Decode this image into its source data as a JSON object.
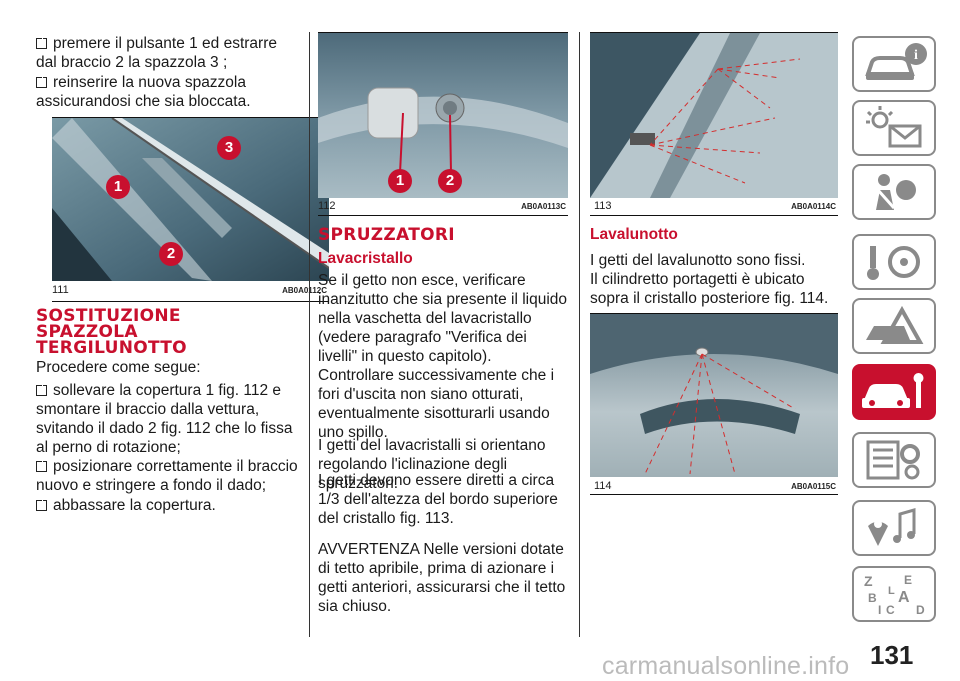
{
  "col1": {
    "bullets_top": [
      "premere il pulsante 1 ed estrarre dal braccio 2 la spazzola 3 ;",
      "reinserire la nuova spazzola assicurandosi che sia bloccata."
    ],
    "fig111": {
      "number": "111",
      "code": "AB0A0112C",
      "callouts": [
        "1",
        "2",
        "3"
      ]
    },
    "heading": "SOSTITUZIONE SPAZZOLA TERGILUNOTTO",
    "intro": "Procedere come segue:",
    "bullets": [
      "sollevare la copertura 1 fig. 112 e smontare il braccio dalla vettura, svitando il dado 2 fig. 112 che lo fissa al perno di rotazione;",
      "posizionare correttamente il braccio nuovo e stringere a fondo il dado;",
      "abbassare la copertura."
    ]
  },
  "col2": {
    "fig112": {
      "number": "112",
      "code": "AB0A0113C",
      "callouts": [
        "1",
        "2"
      ]
    },
    "heading": "SPRUZZATORI",
    "subheading": "Lavacristallo",
    "para1": "Se il getto non esce, verificare inanzitutto che sia presente il liquido nella vaschetta del lavacristallo (vedere paragrafo \"Verifica dei livelli\" in questo capitolo).",
    "para2": "Controllare successivamente che i fori d'uscita non siano otturati, eventualmente sisotturarli usando uno spillo.",
    "para3": "I getti del lavacristalli si orientano regolando l'iclinazione degli spruzzatori.",
    "para4": "I getti devono essere diretti a circa 1/3 dell'altezza del bordo superiore del cristallo fig. 113.",
    "warning": "AVVERTENZA Nelle versioni dotate di tetto apribile, prima di azionare i getti anteriori, assicurarsi che il tetto sia chiuso."
  },
  "col3": {
    "fig113": {
      "number": "113",
      "code": "AB0A0114C"
    },
    "subheading": "Lavalunotto",
    "para1": "I getti del lavalunotto sono fissi.",
    "para2": "Il cilindretto portagetti è ubicato sopra il cristallo posteriore fig. 114.",
    "fig114": {
      "number": "114",
      "code": "AB0A0115C"
    }
  },
  "sidebar": {
    "tabs": [
      {
        "icon": "car-info-icon"
      },
      {
        "icon": "warning-light-envelope-icon"
      },
      {
        "icon": "airbag-seatbelt-icon"
      },
      {
        "icon": "key-steering-wheel-icon"
      },
      {
        "icon": "emergency-warning-icon"
      },
      {
        "icon": "car-maintenance-wrench-icon",
        "active": true
      },
      {
        "icon": "technical-data-gears-icon"
      },
      {
        "icon": "multimedia-music-icon"
      },
      {
        "icon": "index-letters-icon"
      }
    ],
    "accent": "#c8102e"
  },
  "page_number": "131",
  "watermark": "carmanualsonline.info"
}
